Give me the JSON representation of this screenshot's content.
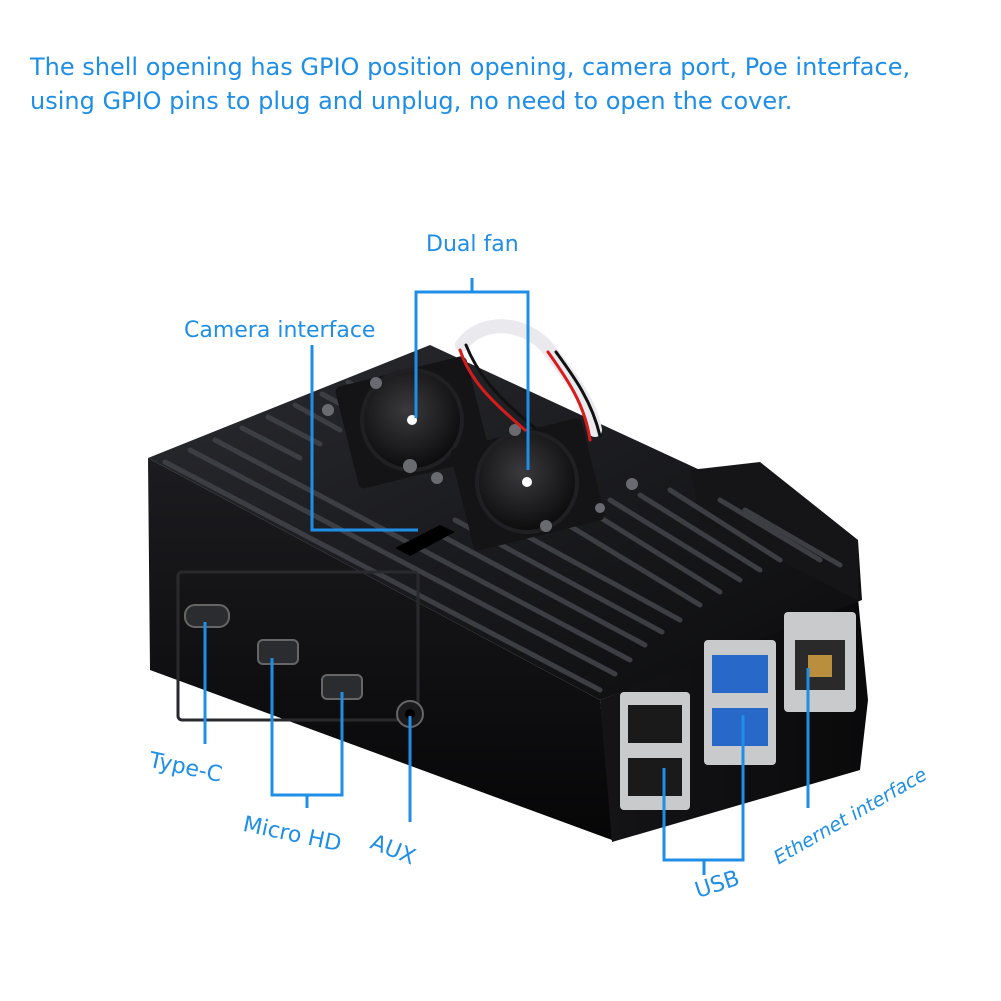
{
  "description": {
    "line1": "The shell opening has GPIO position opening, camera port, Poe interface,",
    "line2": "using GPIO pins to plug and unplug, no need to open the cover."
  },
  "callouts": {
    "dual_fan": "Dual fan",
    "camera_interface": "Camera interface",
    "type_c": "Type-C",
    "micro_hd": "Micro HD",
    "aux": "AUX",
    "usb": "USB",
    "ethernet": "Ethernet interface"
  },
  "colors": {
    "accent": "#1f8ee6",
    "case": "#0d0d0f"
  }
}
